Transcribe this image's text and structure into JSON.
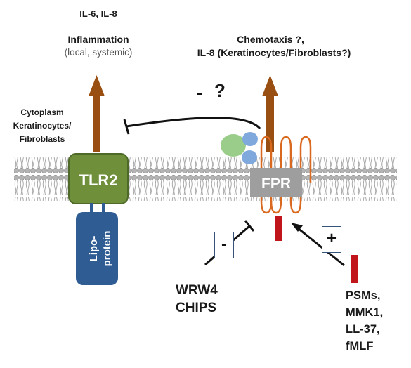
{
  "top_left": {
    "cytokines": "IL-6, IL-8",
    "inflammation": "Inflammation",
    "scope": "(local, systemic)"
  },
  "top_right": {
    "line1": "Chemotaxis ?,",
    "line2": "IL-8 (Keratinocytes/Fibroblasts?)"
  },
  "cytoplasm": {
    "line1": "Cytoplasm",
    "line2": "Keratinocytes/",
    "line3": "Fibroblasts"
  },
  "inhibit_box": {
    "sign": "-",
    "question": "?"
  },
  "tlr2": {
    "label": "TLR2"
  },
  "fpr": {
    "label": "FPR"
  },
  "lipoprotein": {
    "line1": "Lipo-",
    "line2": "protein"
  },
  "antagonist": {
    "sign": "-",
    "line1": "WRW4",
    "line2": "CHIPS"
  },
  "agonist": {
    "sign": "+",
    "line1": "PSMs,",
    "line2": "MMK1,",
    "line3": "LL-37,",
    "line4": "fMLF"
  },
  "colors": {
    "arrow_brown": "#9a4f12",
    "tlr2_green": "#6f8f3a",
    "fpr_gray": "#9e9e9e",
    "fpr_orange": "#d9691f",
    "lipoprotein_blue": "#2f5d93",
    "peptide_red": "#c0161b",
    "lipid_gray": "#a8a8a8"
  }
}
